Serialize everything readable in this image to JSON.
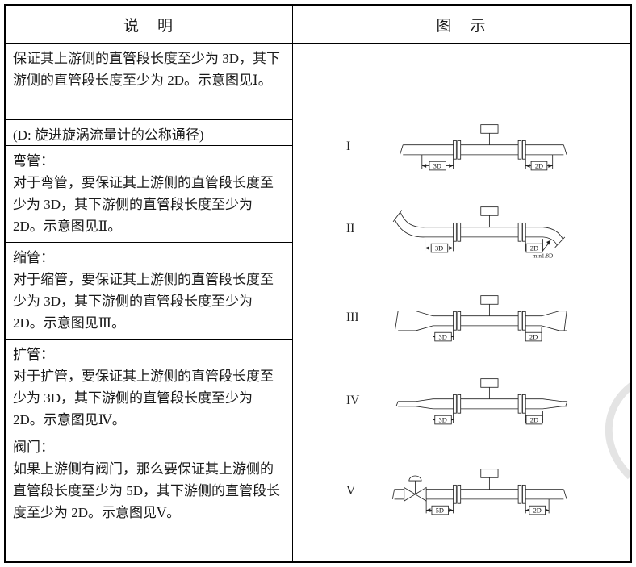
{
  "header": {
    "left": "说　明",
    "right": "图　示"
  },
  "rows": [
    {
      "title": "",
      "body": "保证其上游侧的直管段长度至少为 3D，其下游侧的直管段长度至少为 2D。示意图见Ⅰ。"
    },
    {
      "title": "",
      "body": "(D: 旋进旋涡流量计的公称通径)"
    },
    {
      "title": "弯管：",
      "body": "对于弯管，要保证其上游侧的直管段长度至少为 3D，其下游侧的直管段长度至少为 2D。示意图见Ⅱ。"
    },
    {
      "title": "缩管：",
      "body": "对于缩管，要保证其上游侧的直管段长度至少为 3D，其下游侧的直管段长度至少为 2D。示意图见Ⅲ。"
    },
    {
      "title": "扩管：",
      "body": "对于扩管，要保证其上游侧的直管段长度至少为 3D，其下游侧的直管段长度至少为 2D。示意图见Ⅳ。"
    },
    {
      "title": "阀门：",
      "body": "如果上游侧有阀门，那么要保证其上游侧的直管段长度至少为 5D，其下游侧的直管段长度至少为 2D。示意图见Ⅴ。"
    }
  ],
  "diagrams": [
    {
      "label": "I",
      "dim_upstream": "3D",
      "dim_downstream": "2D"
    },
    {
      "label": "II",
      "dim_upstream": "3D",
      "dim_downstream": "2D",
      "note": "min1.8D"
    },
    {
      "label": "III",
      "dim_upstream": "3D",
      "dim_downstream": "2D"
    },
    {
      "label": "IV",
      "dim_upstream": "3D",
      "dim_downstream": "2D"
    },
    {
      "label": "V",
      "dim_upstream": "5D",
      "dim_downstream": "2D"
    }
  ]
}
